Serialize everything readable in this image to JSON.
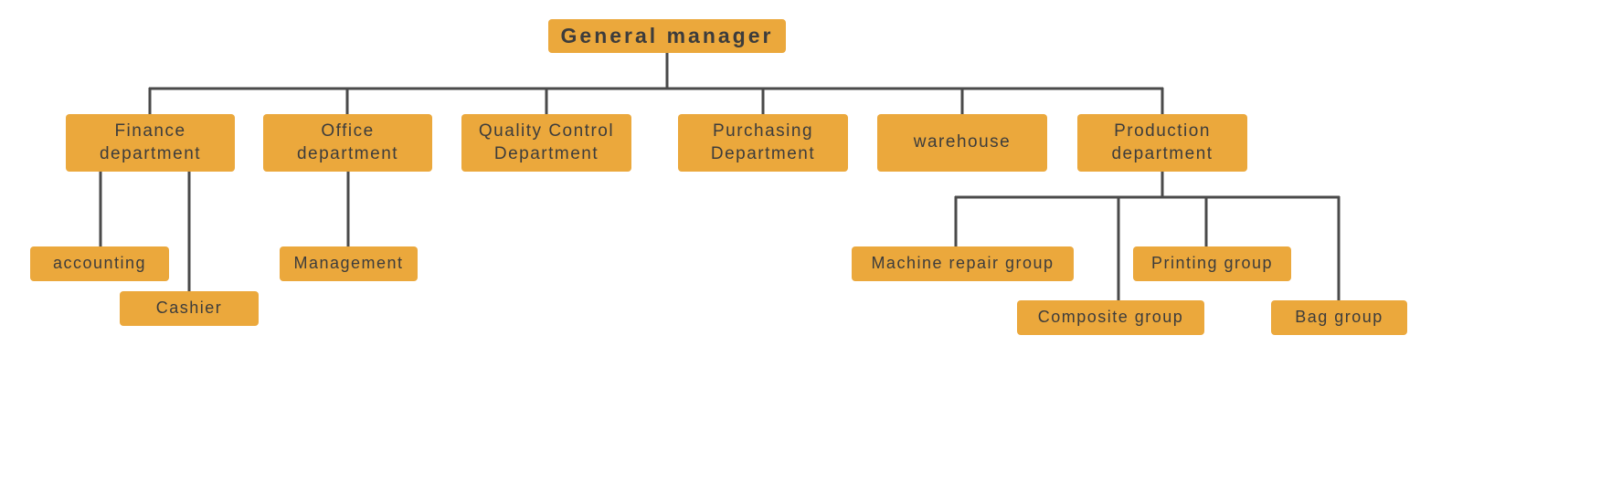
{
  "diagram_type": "org-chart",
  "colors": {
    "box": "#EBA83C",
    "line": "#4A4A4A",
    "text": "#3C3C3C",
    "background": "#FFFFFF"
  },
  "nodes": {
    "general_manager": {
      "label": "General manager"
    },
    "finance_department": {
      "label": "Finance\ndepartment"
    },
    "office_department": {
      "label": "Office\ndepartment"
    },
    "quality_control_department": {
      "label": "Quality Control\nDepartment"
    },
    "purchasing_department": {
      "label": "Purchasing\nDepartment"
    },
    "warehouse": {
      "label": "warehouse"
    },
    "production_department": {
      "label": "Production\ndepartment"
    },
    "accounting": {
      "label": "accounting"
    },
    "cashier": {
      "label": "Cashier"
    },
    "management": {
      "label": "Management"
    },
    "machine_repair_group": {
      "label": "Machine repair group"
    },
    "composite_group": {
      "label": "Composite group"
    },
    "printing_group": {
      "label": "Printing group"
    },
    "bag_group": {
      "label": "Bag group"
    }
  },
  "hierarchy": {
    "root": "General manager",
    "children": [
      {
        "label": "Finance department",
        "children": [
          "accounting",
          "Cashier"
        ]
      },
      {
        "label": "Office department",
        "children": [
          "Management"
        ]
      },
      {
        "label": "Quality Control Department",
        "children": []
      },
      {
        "label": "Purchasing Department",
        "children": []
      },
      {
        "label": "warehouse",
        "children": []
      },
      {
        "label": "Production department",
        "children": [
          "Machine repair group",
          "Composite group",
          "Printing group",
          "Bag group"
        ]
      }
    ]
  }
}
